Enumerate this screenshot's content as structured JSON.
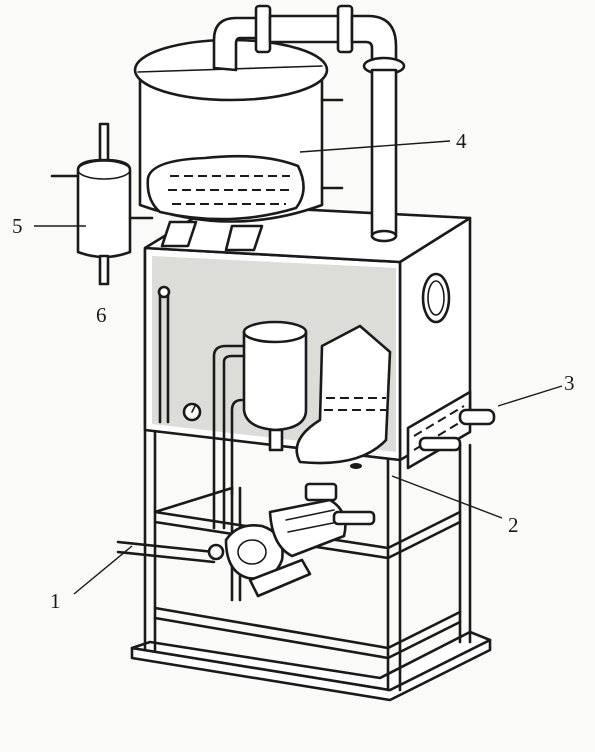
{
  "callouts": [
    {
      "id": "1",
      "label": "1"
    },
    {
      "id": "2",
      "label": "2"
    },
    {
      "id": "3",
      "label": "3"
    },
    {
      "id": "4",
      "label": "4"
    },
    {
      "id": "5",
      "label": "5"
    },
    {
      "id": "6",
      "label": "6"
    }
  ],
  "colors": {
    "ink": "#1a1a1a",
    "paper": "#fafaf8",
    "shading": "#dcdcd8"
  }
}
